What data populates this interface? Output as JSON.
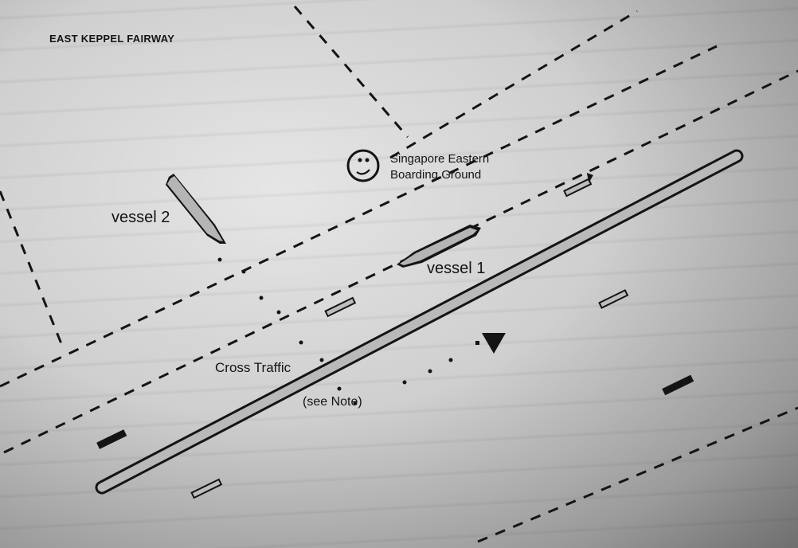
{
  "title": "EAST KEPPEL FAIRWAY",
  "labels": {
    "vessel2": "vessel 2",
    "vessel1": "vessel 1",
    "boarding_line1": "Singapore Eastern",
    "boarding_line2": "Boarding Ground",
    "cross_traffic": "Cross Traffic",
    "note": "(see Note)"
  },
  "colors": {
    "ink": "#141414",
    "hull": "#b5b5b5",
    "paper": "#dcdcdc"
  }
}
